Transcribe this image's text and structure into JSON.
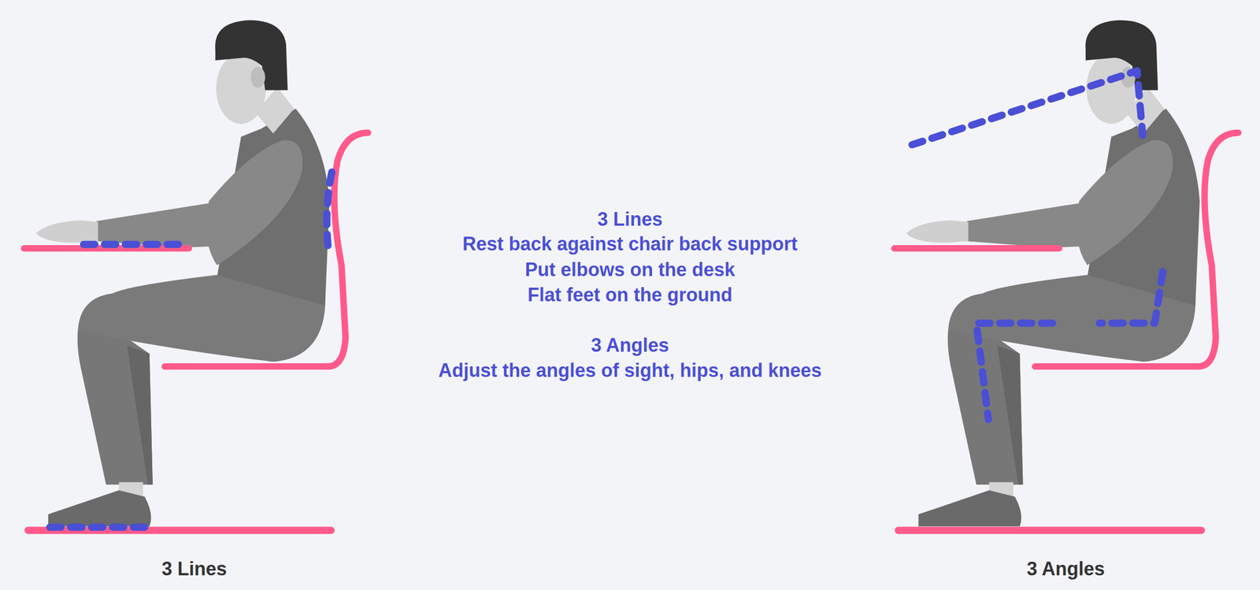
{
  "diagram": {
    "labels": [
      "3 Lines",
      "Rest back against chair back support",
      "Put elbows on the desk",
      "Flat feet on the ground",
      "3 Angles",
      "Adjust the angles of sight, hips, and knees",
      "3 Lines",
      "3 Angles"
    ]
  }
}
